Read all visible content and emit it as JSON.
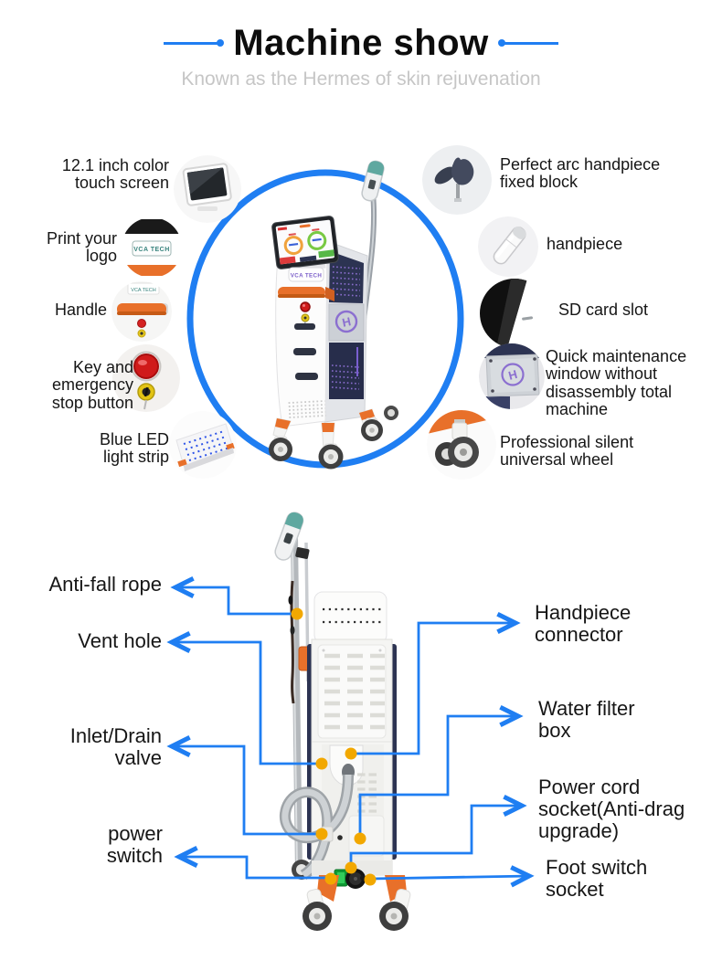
{
  "header": {
    "title": "Machine show",
    "subtitle": "Known as the Hermes of skin rejuvenation"
  },
  "brand": {
    "logo_text": "VCA TECH"
  },
  "front_view": {
    "callouts_left": [
      {
        "label": "12.1 inch color\ntouch screen",
        "icon": "touch-screen-photo"
      },
      {
        "label": "Print your\nlogo",
        "icon": "logo-plate-photo"
      },
      {
        "label": "Handle",
        "icon": "handle-photo"
      },
      {
        "label": "Key and\nemergency\nstop button",
        "icon": "key-emergency-photo"
      },
      {
        "label": "Blue LED\nlight strip",
        "icon": "led-strip-photo"
      }
    ],
    "callouts_right": [
      {
        "label": "Perfect arc handpiece\nfixed block",
        "icon": "arc-block-photo"
      },
      {
        "label": "handpiece",
        "icon": "handpiece-photo"
      },
      {
        "label": "SD card slot",
        "icon": "sd-card-photo"
      },
      {
        "label": "Quick maintenance\nwindow without\ndisassembly total\nmachine",
        "icon": "maintenance-window-photo"
      },
      {
        "label": "Professional silent\nuniversal wheel",
        "icon": "caster-wheel-photo"
      }
    ]
  },
  "rear_view": {
    "callouts_left": [
      {
        "label": "Anti-fall rope"
      },
      {
        "label": "Vent hole"
      },
      {
        "label": "Inlet/Drain\nvalve"
      },
      {
        "label": "power\nswitch"
      }
    ],
    "callouts_right": [
      {
        "label": "Handpiece\nconnector"
      },
      {
        "label": "Water filter\nbox"
      },
      {
        "label": "Power cord\nsocket(Anti-drag\nupgrade)"
      },
      {
        "label": "Foot switch\nsocket"
      }
    ],
    "badge_letter": "H"
  },
  "colors": {
    "accent_blue": "#1f7ef2",
    "marker_yellow": "#f2a800",
    "machine_orange": "#e8702a",
    "panel_navy": "#2c3352",
    "accent_purple": "#8b6fd0",
    "handpiece_teal": "#5fa8a0",
    "subtitle_gray": "#c6c6c6"
  }
}
